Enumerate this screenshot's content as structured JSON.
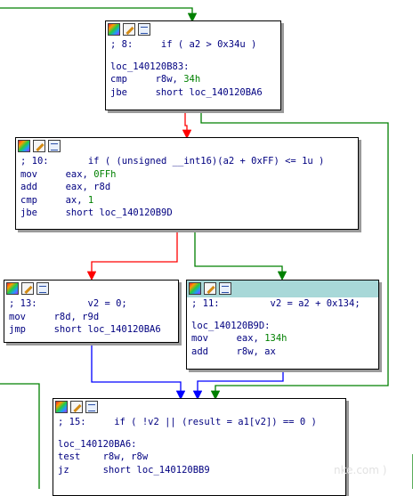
{
  "colors": {
    "edge_true": "#008000",
    "edge_false": "#ff0000",
    "edge_uncond": "#0000ff",
    "text": "#000080",
    "number": "#008000",
    "selected_header": "#a8d8d8"
  },
  "header_icons": [
    "graph-overview-icon",
    "edit-block-icon",
    "list-view-icon"
  ],
  "blocks": {
    "b1": {
      "comment": "; 8:     if ( a2 > 0x34u )",
      "lines": [
        {
          "text": "loc_140120B83:",
          "num": ""
        },
        {
          "text": "cmp     r8w, ",
          "num": "34h"
        },
        {
          "text": "jbe     short loc_140120BA6",
          "num": ""
        }
      ]
    },
    "b2": {
      "comment": "; 10:       if ( (unsigned __int16)(a2 + 0xFF) <= 1u )",
      "lines": [
        {
          "text": "mov     eax, ",
          "num": "0FFh"
        },
        {
          "text": "add     eax, r8d",
          "num": ""
        },
        {
          "text": "cmp     ax, ",
          "num": "1"
        },
        {
          "text": "jbe     short loc_140120B9D",
          "num": ""
        }
      ]
    },
    "b3": {
      "comment": "; 13:         v2 = 0;",
      "lines": [
        {
          "text": "mov     r8d, r9d",
          "num": ""
        },
        {
          "text": "jmp     short loc_140120BA6",
          "num": ""
        }
      ]
    },
    "b4": {
      "comment": "; 11:         v2 = a2 + 0x134;",
      "lines": [
        {
          "text": "loc_140120B9D:",
          "num": ""
        },
        {
          "text": "mov     eax, ",
          "num": "134h"
        },
        {
          "text": "add     r8w, ax",
          "num": ""
        }
      ]
    },
    "b5": {
      "comment": "; 15:     if ( !v2 || (result = a1[v2]) == 0 )",
      "lines": [
        {
          "text": "loc_140120BA6:",
          "num": ""
        },
        {
          "text": "test    r8w, r8w",
          "num": ""
        },
        {
          "text": "jz      short loc_140120BB9",
          "num": ""
        }
      ]
    }
  },
  "watermark": "nke.com )"
}
